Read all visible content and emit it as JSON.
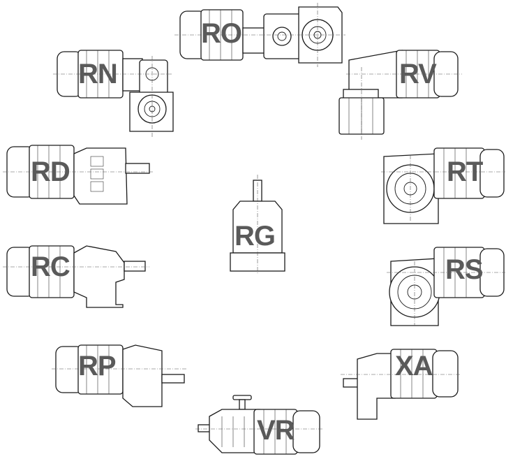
{
  "theme": {
    "label_color": "#5a5a5a",
    "line_color": "#1a1a1a",
    "background": "#ffffff"
  },
  "motors": [
    {
      "id": "ro",
      "code": "RO"
    },
    {
      "id": "rn",
      "code": "RN"
    },
    {
      "id": "rv",
      "code": "RV"
    },
    {
      "id": "rd",
      "code": "RD"
    },
    {
      "id": "rt",
      "code": "RT"
    },
    {
      "id": "rg",
      "code": "RG"
    },
    {
      "id": "rc",
      "code": "RC"
    },
    {
      "id": "rs",
      "code": "RS"
    },
    {
      "id": "rp",
      "code": "RP"
    },
    {
      "id": "xa",
      "code": "XA"
    },
    {
      "id": "vr",
      "code": "VR"
    }
  ]
}
